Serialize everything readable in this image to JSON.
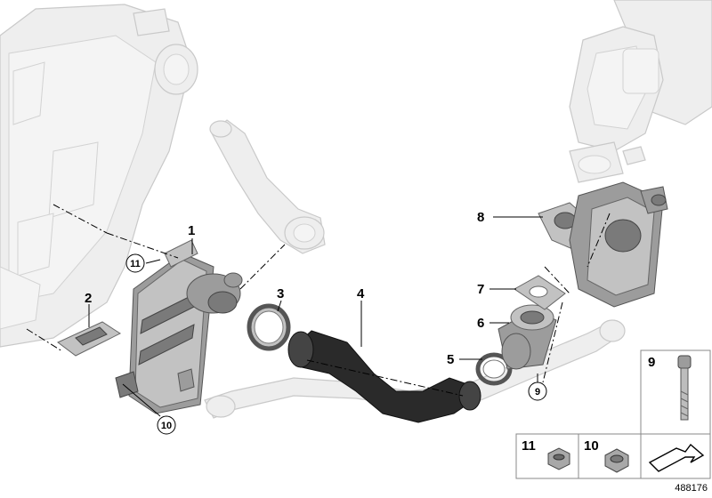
{
  "callouts": {
    "c1": "1",
    "c2": "2",
    "c3": "3",
    "c4": "4",
    "c5": "5",
    "c6": "6",
    "c7": "7",
    "c8": "8",
    "c9": "9",
    "c10": "10",
    "c11": "11"
  },
  "legend": {
    "item9": "9",
    "item11": "11",
    "item10": "10"
  },
  "reference_number": "488176"
}
